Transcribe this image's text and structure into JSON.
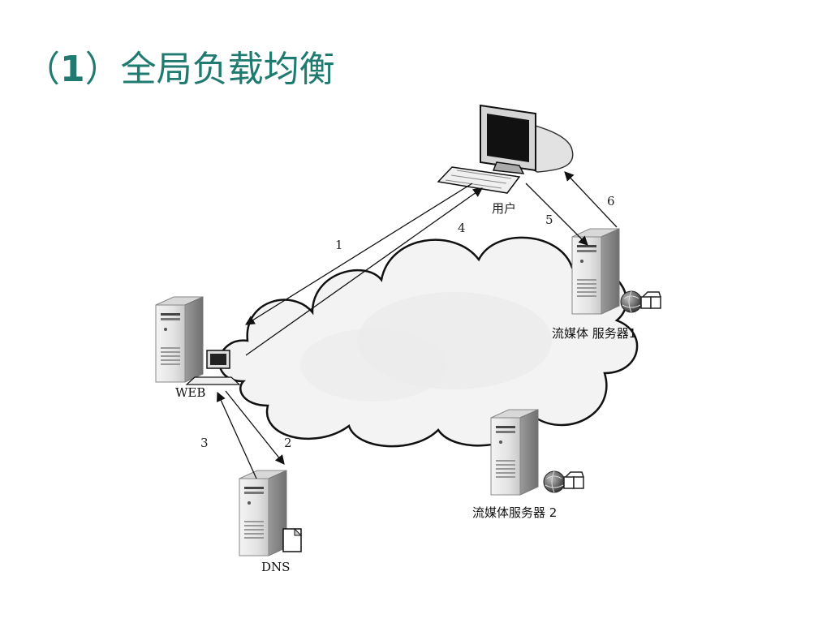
{
  "title": {
    "paren_open": "（",
    "number": "1",
    "paren_close": "）",
    "text": "全局负载均衡",
    "color": "#1f7a70"
  },
  "diagram": {
    "nodes": {
      "user": {
        "label": "用户"
      },
      "web": {
        "label": "WEB"
      },
      "dns": {
        "label": "DNS"
      },
      "stream1": {
        "label": "流媒体 服务器1"
      },
      "stream2": {
        "label": "流媒体服务器 2"
      }
    },
    "edges": [
      {
        "id": "1",
        "from": "user",
        "to": "web",
        "label": "1"
      },
      {
        "id": "2",
        "from": "web",
        "to": "dns",
        "label": "2"
      },
      {
        "id": "3",
        "from": "dns",
        "to": "web",
        "label": "3"
      },
      {
        "id": "4",
        "from": "web",
        "to": "user",
        "label": "4"
      },
      {
        "id": "5",
        "from": "user",
        "to": "stream1",
        "label": "5"
      },
      {
        "id": "6",
        "from": "stream1",
        "to": "user",
        "label": "6"
      }
    ]
  }
}
